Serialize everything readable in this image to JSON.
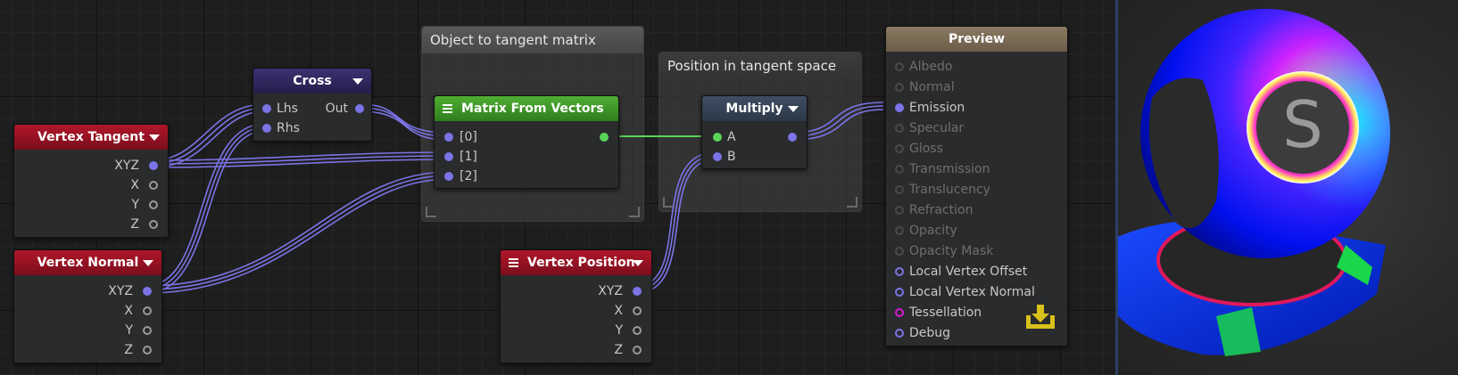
{
  "groups": {
    "object_to_tangent": {
      "title": "Object to tangent matrix"
    },
    "position_in_tangent": {
      "title": "Position in tangent space"
    }
  },
  "nodes": {
    "vertex_tangent": {
      "title": "Vertex Tangent",
      "ports": [
        "XYZ",
        "X",
        "Y",
        "Z"
      ]
    },
    "vertex_normal": {
      "title": "Vertex Normal",
      "ports": [
        "XYZ",
        "X",
        "Y",
        "Z"
      ]
    },
    "cross": {
      "title": "Cross",
      "inputs": [
        "Lhs",
        "Rhs"
      ],
      "output": "Out"
    },
    "matrix_from_vectors": {
      "title": "Matrix From Vectors",
      "inputs": [
        "[0]",
        "[1]",
        "[2]"
      ]
    },
    "multiply": {
      "title": "Multiply",
      "inputs": [
        "A",
        "B"
      ]
    },
    "vertex_position": {
      "title": "Vertex Position",
      "ports": [
        "XYZ",
        "X",
        "Y",
        "Z"
      ]
    },
    "preview": {
      "title": "Preview",
      "inputs": [
        "Albedo",
        "Normal",
        "Emission",
        "Specular",
        "Gloss",
        "Transmission",
        "Translucency",
        "Refraction",
        "Opacity",
        "Opacity Mask",
        "Local Vertex Offset",
        "Local Vertex Normal",
        "Tessellation",
        "Debug"
      ]
    }
  },
  "icons": {
    "save": "download-tray-icon",
    "menu": "hamburger-menu-icon",
    "dropdown": "caret-down-icon",
    "logo": "letter-s-logo"
  },
  "colors": {
    "wire": "#7b74e6",
    "wire_green": "#5ad55a",
    "accent_red": "#b0162a",
    "accent_green": "#4fae32"
  }
}
